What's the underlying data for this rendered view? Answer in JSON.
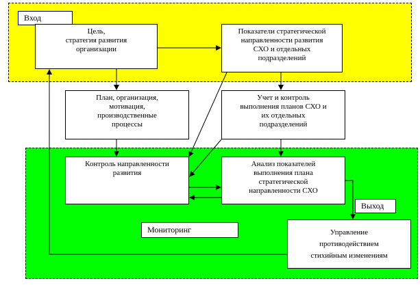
{
  "colors": {
    "input_region": "#ffff00",
    "monitoring_region": "#00ff00",
    "box_fill": "#ffffff",
    "line": "#000000"
  },
  "labels": {
    "input": "Вход",
    "output": "Выход",
    "monitoring": "Мониторинг"
  },
  "boxes": {
    "goal": "Цель,\nстратегия развития\nорганизации",
    "indicators": "Показатели стратегической\nнаправленности развития\nСХО и отдельных\nподразделений",
    "plan": "План, организация,\nмотивация,\nпроизводственные\nпроцессы",
    "accounting": "Учет и контроль\nвыполнения планов СХО и\nих отдельных\nподразделений",
    "control": "Контроль направленности\nразвития",
    "analysis": "Анализ показателей\nвыполнения плана\nстратегической\nнаправленности СХО",
    "management": "Управление\nпротиводействием\nстихийным изменениям"
  }
}
